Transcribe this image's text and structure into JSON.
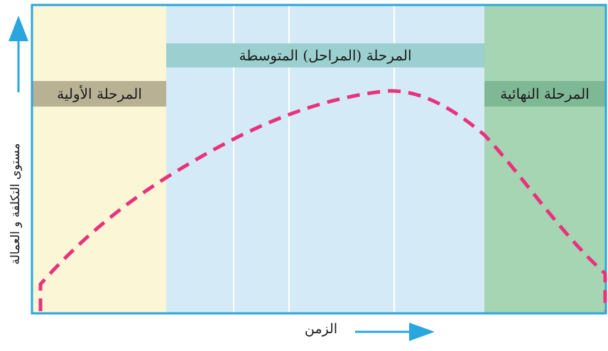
{
  "phases": {
    "initial": {
      "label": "المرحلة الأولية",
      "color": "#fbf6d6",
      "label_bg": "#b8b194"
    },
    "middle": {
      "label": "المرحلة (المراحل) المتوسطة",
      "color": "#d4ebf7",
      "label_bg": "#9ccfcf"
    },
    "final": {
      "label": "المرحلة النهائية",
      "color": "#a6d5b4",
      "label_bg": "#7fb895"
    }
  },
  "axes": {
    "y_label": "مستوى التكلفة و العمالة",
    "x_label": "الزمن",
    "arrow_color": "#29a6de",
    "frame_color": "#29a6de"
  },
  "curve": {
    "color": "#e8327c",
    "style": "dashed"
  }
}
